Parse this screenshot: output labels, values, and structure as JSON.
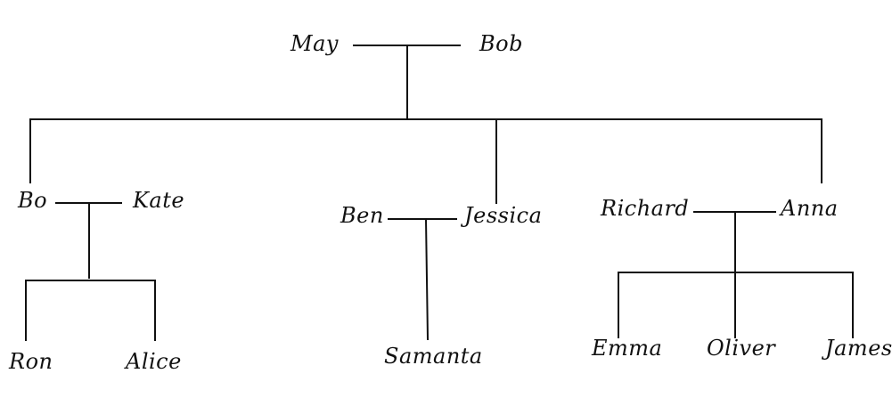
{
  "family_tree": {
    "grandparents": {
      "left": "May",
      "right": "Bob"
    },
    "families": [
      {
        "parent_left": "Bo",
        "parent_right": "Kate",
        "children": [
          "Ron",
          "Alice"
        ]
      },
      {
        "parent_left": "Ben",
        "parent_right": "Jessica",
        "children": [
          "Samanta"
        ]
      },
      {
        "parent_left": "Richard",
        "parent_right": "Anna",
        "children": [
          "Emma",
          "Oliver",
          "James"
        ]
      }
    ]
  }
}
